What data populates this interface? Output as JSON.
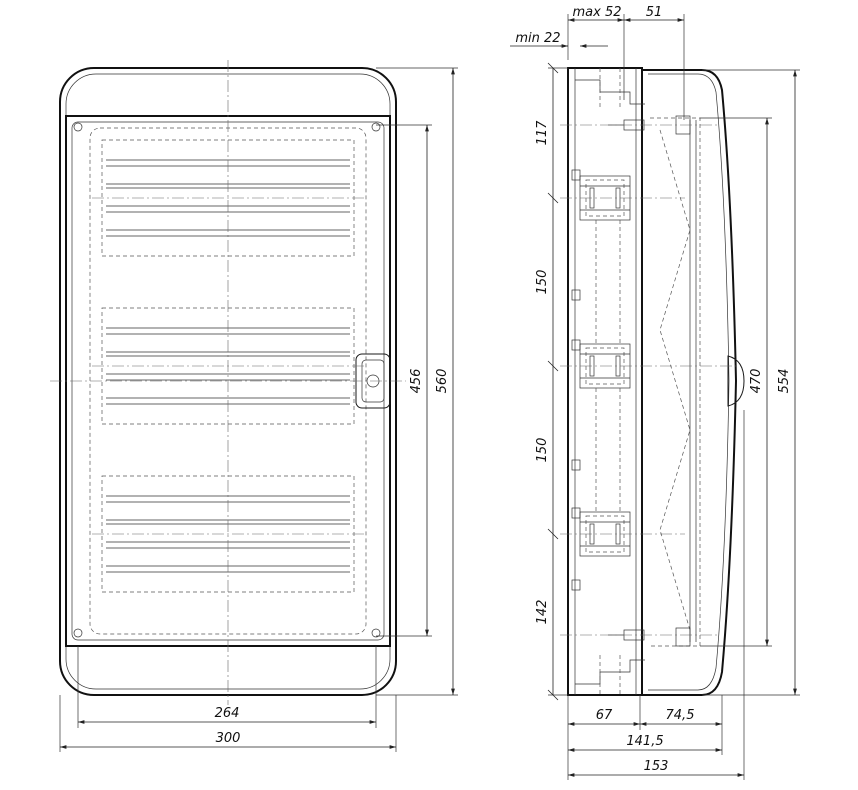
{
  "front_view": {
    "dimensions": {
      "inner_width": "264",
      "outer_width": "300",
      "inner_height": "456",
      "outer_height": "560"
    }
  },
  "side_view": {
    "dimensions": {
      "max_depth": "max 52",
      "door_depth": "51",
      "min_gap": "min 22",
      "top_offset": "117",
      "rail_pitch_1": "150",
      "rail_pitch_2": "150",
      "bottom_offset": "142",
      "door_height": "470",
      "total_height": "554",
      "base_depth": "67",
      "door_section_depth": "74,5",
      "depth_without_handle": "141,5",
      "total_depth": "153"
    }
  }
}
